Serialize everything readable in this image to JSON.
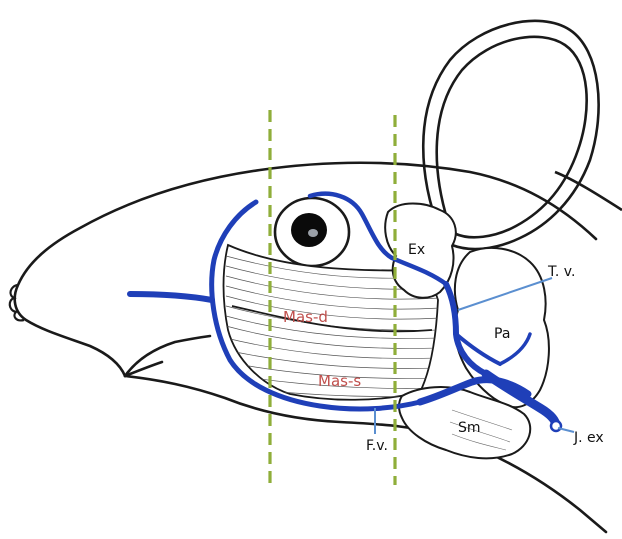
{
  "labels": {
    "ex": "Ex",
    "tv": "T. v.",
    "pa": "Pa",
    "mas_d": "Mas-d",
    "mas_s": "Mas-s",
    "sm": "Sm",
    "fv": "F.v.",
    "jex": "J. ex"
  },
  "colors": {
    "vein": "#1f3fb8",
    "guide_line": "#8fae3a",
    "muscle_label": "#c0504d",
    "outline": "#1a1a1a",
    "pointer_line": "#5b8fd0"
  }
}
